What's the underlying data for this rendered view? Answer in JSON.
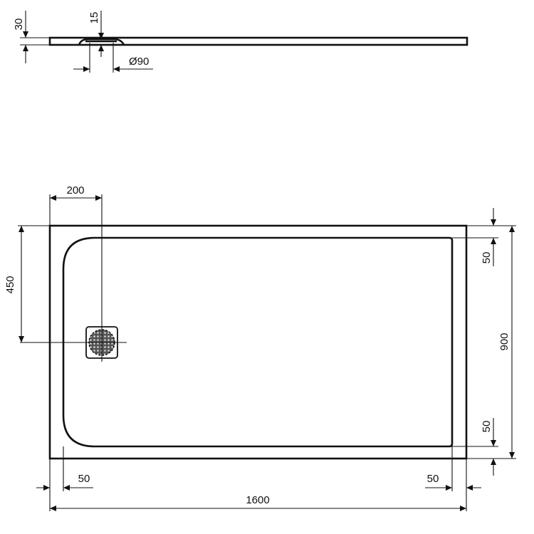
{
  "drawing": {
    "title": "Shower tray dimension drawing",
    "colors": {
      "line": "#111111",
      "background": "#ffffff"
    },
    "side_view": {
      "thickness_label": "30",
      "drain_depth_label": "15",
      "drain_diameter_label": "Ø90"
    },
    "top_view": {
      "drain_offset_x_label": "200",
      "drain_offset_y_label": "450",
      "top_rim_label": "50",
      "bottom_rim_label": "50",
      "height_label": "900",
      "left_rim_label": "50",
      "right_rim_label": "50",
      "width_label": "1600"
    },
    "icons": {
      "drain": "drain-grate-icon"
    }
  }
}
